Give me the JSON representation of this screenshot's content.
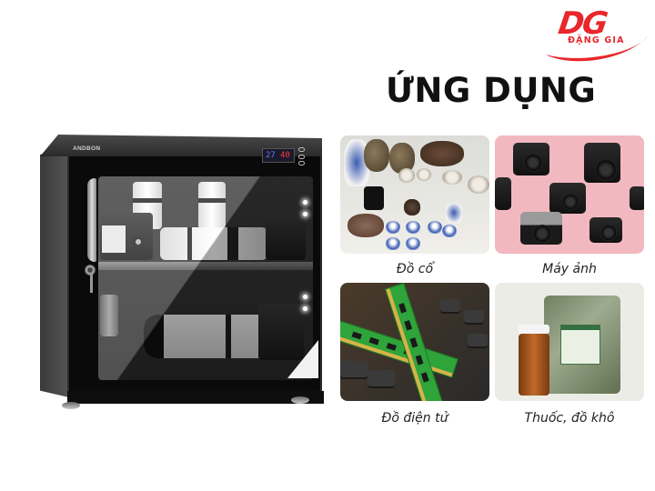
{
  "logo": {
    "initials": "DG",
    "brand_name": "ĐẶNG GIA",
    "color": "#e8262b"
  },
  "title": "ỨNG DỤNG",
  "product": {
    "brand_label": "ANDBON",
    "display": {
      "humidity": "27",
      "temperature": "40"
    }
  },
  "applications": [
    {
      "label": "Đồ cổ",
      "image": "antiques-photo"
    },
    {
      "label": "Máy ảnh",
      "image": "cameras-photo"
    },
    {
      "label": "Đồ điện tử",
      "image": "electronics-photo"
    },
    {
      "label": "Thuốc, đồ khô",
      "image": "medicine-dried-goods-photo"
    }
  ]
}
